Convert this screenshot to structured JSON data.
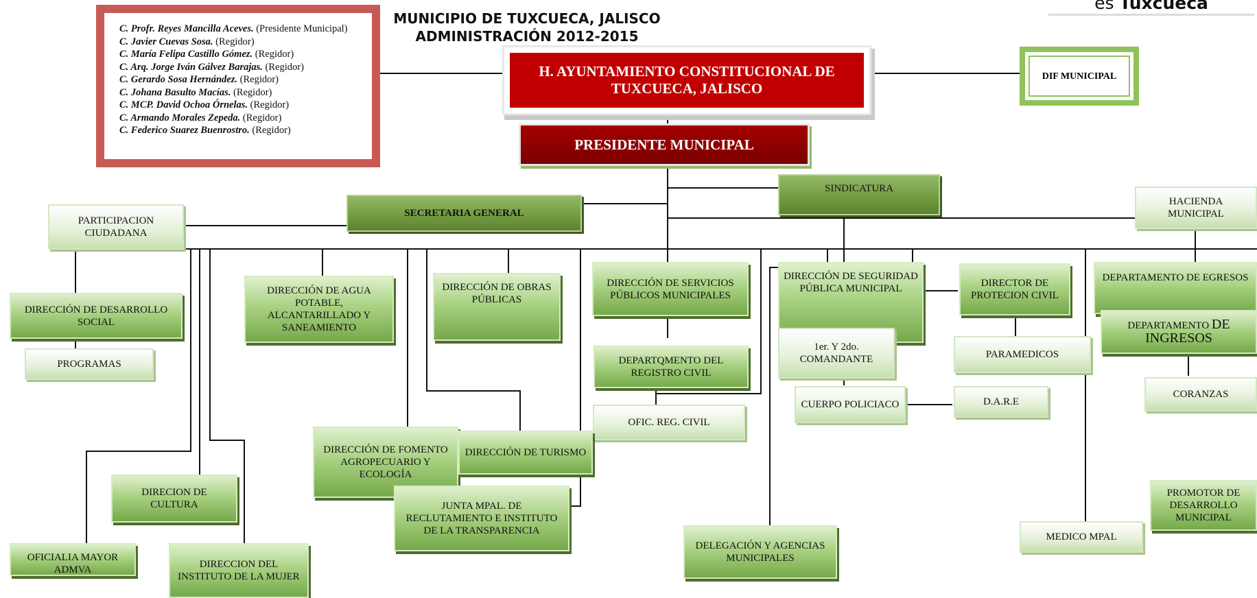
{
  "header": {
    "title_line1": "MUNICIPIO DE TUXCUECA, JALISCO",
    "title_line2": "ADMINISTRACIÓN 2012-2015",
    "logo_prefix": "es",
    "logo_name": "Tuxcueca"
  },
  "council": [
    {
      "name": "C. Profr. Reyes Mancilla Aceves.",
      "role": "(Presidente Municipal)"
    },
    {
      "name": "C. Javier Cuevas Sosa.",
      "role": "(Regidor)"
    },
    {
      "name": "C. María Felipa Castillo Gómez.",
      "role": "(Regidor)"
    },
    {
      "name": "C. Arq. Jorge Iván  Gálvez Barajas.",
      "role": "(Regidor)"
    },
    {
      "name": "C. Gerardo Sosa Hernández.",
      "role": "(Regidor)"
    },
    {
      "name": "C. Johana Basulto Macías.",
      "role": "(Regidor)"
    },
    {
      "name": "C. MCP. David Ochoa Órnelas.",
      "role": "(Regidor)"
    },
    {
      "name": "C. Armando Morales Zepeda.",
      "role": "(Regidor)"
    },
    {
      "name": "C. Federico Suarez Buenrostro.",
      "role": "(Regidor)"
    }
  ],
  "nodes": {
    "ayuntamiento": "H. AYUNTAMIENTO CONSTITUCIONAL DE TUXCUECA, JALISCO",
    "presidente": "PRESIDENTE MUNICIPAL",
    "dif": "DIF MUNICIPAL",
    "sindicatura": "SINDICATURA",
    "secretaria": "SECRETARIA GENERAL",
    "participacion": "PARTICIPACION CIUDADANA",
    "hacienda": "HACIENDA MUNICIPAL",
    "desarrollo_social": "DIRECCIÓN DE DESARROLLO SOCIAL",
    "programas": "PROGRAMAS",
    "agua": "DIRECCIÓN DE AGUA POTABLE, ALCANTARILLADO Y SANEAMIENTO",
    "obras": "DIRECCIÓN DE OBRAS PÚBLICAS",
    "servicios": "DIRECCIÓN DE SERVICIOS PÚBLICOS MUNICIPALES",
    "seguridad": "DIRECCIÓN DE SEGURIDAD PÚBLICA MUNICIPAL",
    "proteccion": "DIRECTOR DE PROTECION CIVIL",
    "egresos": "DEPARTAMENTO DE EGRESOS",
    "ingresos_prefix": "DEPARTAMENTO",
    "ingresos_suffix": "DE INGRESOS",
    "comandante": "1er. Y  2do. COMANDANTE",
    "paramedicos": "PARAMEDICOS",
    "registro_civil": "DEPARTQMENTO DEL REGISTRO CIVIL",
    "ofic_reg": "OFIC. REG. CIVIL",
    "cuerpo": "CUERPO POLICIACO",
    "dare": "D.A.R.E",
    "coranzas": "CORANZAS",
    "fomento": "DIRECCIÓN DE FOMENTO AGROPECUARIO Y ECOLOGÍA",
    "turismo": "DIRECCIÓN DE TURISMO",
    "cultura": "DIRECION DE CULTURA",
    "junta": "JUNTA MPAL. DE RECLUTAMIENTO E INSTITUTO DE LA TRANSPARENCIA",
    "promotor": "PROMOTOR DE DESARROLLO MUNICIPAL",
    "delegacion": "DELEGACIÓN Y AGENCIAS MUNICIPALES",
    "medico": "MEDICO MPAL",
    "oficialia": "OFICIALIA MAYOR ADMVA",
    "mujer": "DIRECCION  DEL INSTITUTO DE LA MUJER"
  },
  "colors": {
    "ayuntamiento": "#c00000",
    "presidente": "#8b0000",
    "council_border": "#c85a56",
    "box_green": "#8fc25b",
    "dark_green": "#6b9140"
  }
}
